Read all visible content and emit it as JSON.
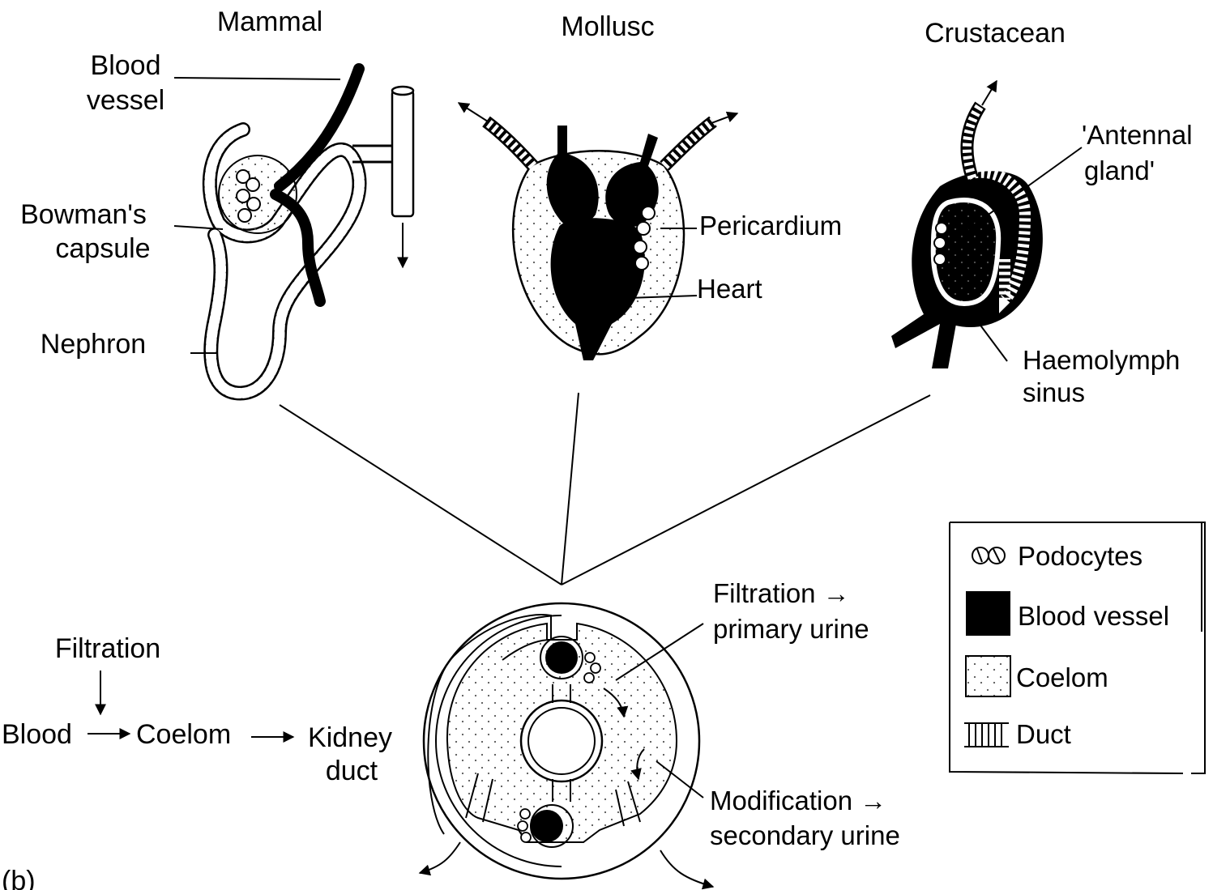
{
  "panel_label": "(b)",
  "titles": {
    "mammal": "Mammal",
    "mollusc": "Mollusc",
    "crustacean": "Crustacean"
  },
  "mammal_labels": {
    "blood_vessel_1": "Blood",
    "blood_vessel_2": "vessel",
    "bowmans_1": "Bowman's",
    "bowmans_2": "capsule",
    "nephron": "Nephron"
  },
  "mollusc_labels": {
    "pericardium": "Pericardium",
    "heart": "Heart"
  },
  "crustacean_labels": {
    "antennal_1": "'Antennal",
    "antennal_2": "gland'",
    "haemolymph_1": "Haemolymph",
    "haemolymph_2": "sinus"
  },
  "flow": {
    "filtration": "Filtration",
    "blood": "Blood",
    "coelom": "Coelom",
    "kidney_1": "Kidney",
    "kidney_2": "duct"
  },
  "schema_labels": {
    "filtration_1": "Filtration →",
    "filtration_2": "primary urine",
    "modification_1": "Modification →",
    "modification_2": "secondary urine"
  },
  "legend": [
    {
      "icon": "podocytes-icon",
      "label": "Podocytes"
    },
    {
      "icon": "blood-vessel-swatch",
      "label": "Blood vessel"
    },
    {
      "icon": "coelom-swatch",
      "label": "Coelom"
    },
    {
      "icon": "duct-swatch",
      "label": "Duct"
    }
  ]
}
